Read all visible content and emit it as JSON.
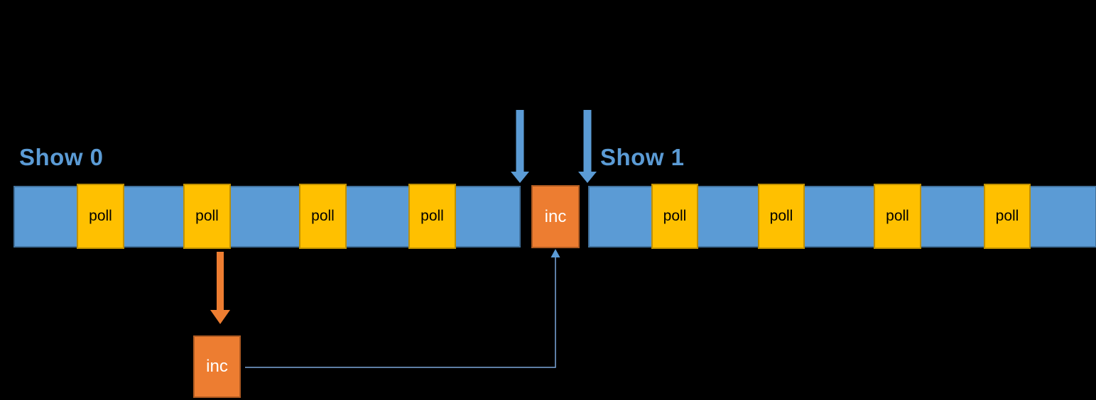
{
  "timelines": [
    {
      "label": "Show 0",
      "polls": [
        "poll",
        "poll",
        "poll",
        "poll"
      ]
    },
    {
      "label": "Show 1",
      "polls": [
        "poll",
        "poll",
        "poll",
        "poll"
      ]
    }
  ],
  "inc_blocks": {
    "timeline": "inc",
    "deferred": "inc"
  },
  "colors": {
    "background": "#000000",
    "bar_fill": "#5B9BD5",
    "bar_border": "#41719C",
    "poll_fill": "#FFC000",
    "poll_border": "#BF9000",
    "inc_fill": "#ED7D31",
    "inc_border": "#AE5A21",
    "label_text": "#5B9BD5",
    "poll_text": "#000000",
    "inc_text": "#FFFFFF",
    "arrow_blue": "#5B9BD5",
    "arrow_orange": "#ED7D31",
    "connector": "#7CA7DC"
  }
}
